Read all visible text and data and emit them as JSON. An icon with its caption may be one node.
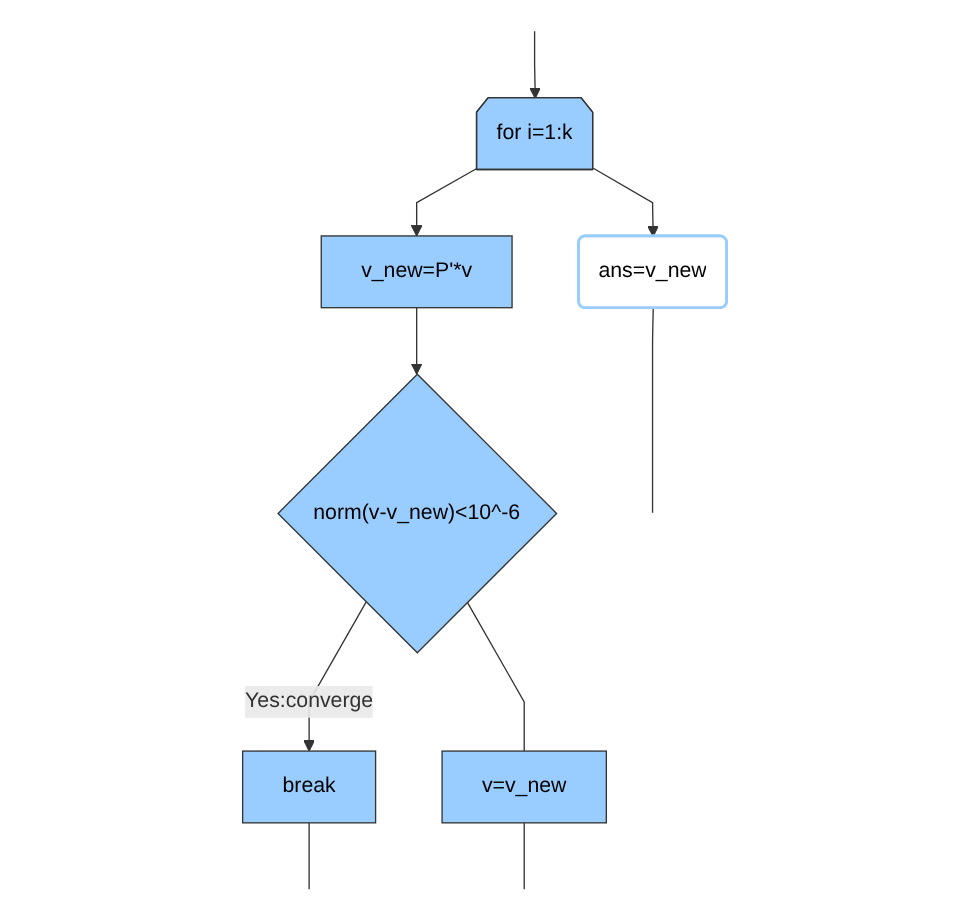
{
  "diagram": {
    "nodes": [
      {
        "text": [
          "for i=1:k"
        ]
      },
      {
        "text": [
          "ans=v_new"
        ]
      },
      {
        "text": [
          "v_new=P'*v"
        ]
      },
      {
        "text": [
          "norm(v-v_new)<10^-6"
        ]
      },
      {
        "text": [
          "break"
        ]
      },
      {
        "text": [
          "v=v_new"
        ]
      }
    ],
    "edges": [
      {
        "from": null,
        "to": 0,
        "arrow": "to"
      },
      {
        "from": 0,
        "to": 1,
        "arrow": "to"
      },
      {
        "from": 1,
        "to": null,
        "arrow": "none"
      },
      {
        "from": 0,
        "to": 2,
        "arrow": "to"
      },
      {
        "from": 2,
        "to": 3,
        "arrow": "to"
      },
      {
        "from": 3,
        "to": 4,
        "arrow": "to",
        "label": "Yes:converge"
      },
      {
        "from": 3,
        "to": 5,
        "arrow": "none"
      },
      {
        "from": 4,
        "to": null,
        "arrow": "none"
      },
      {
        "from": 5,
        "to": null,
        "arrow": "none"
      }
    ]
  }
}
